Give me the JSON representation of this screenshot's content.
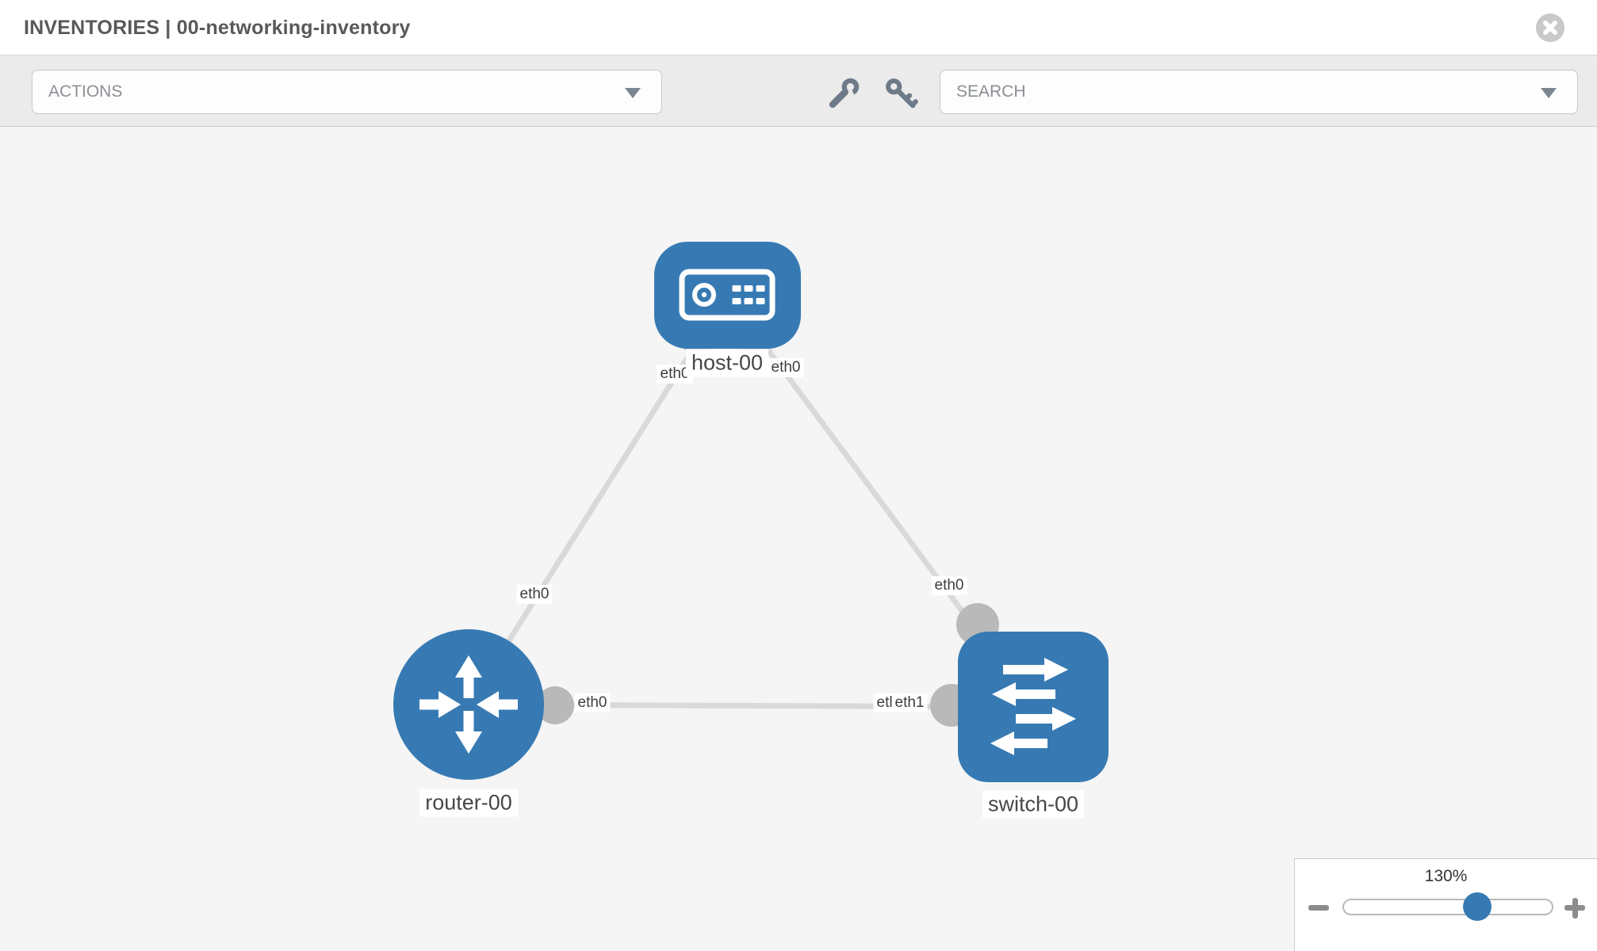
{
  "window": {
    "title": "INVENTORIES | 00-networking-inventory"
  },
  "toolbar": {
    "actions_placeholder": "ACTIONS",
    "search_placeholder": "SEARCH",
    "icons": [
      "wrench-icon",
      "key-icon"
    ]
  },
  "graph": {
    "nodes": [
      {
        "id": "host-00",
        "label": "host-00",
        "type": "host"
      },
      {
        "id": "router-00",
        "label": "router-00",
        "type": "router"
      },
      {
        "id": "switch-00",
        "label": "switch-00",
        "type": "switch"
      }
    ],
    "links": [
      {
        "source": "host-00",
        "target": "router-00",
        "source_interface": "eth0",
        "target_interface": "eth0"
      },
      {
        "source": "host-00",
        "target": "switch-00",
        "source_interface": "eth0",
        "target_interface": "eth0"
      },
      {
        "source": "router-00",
        "target": "switch-00",
        "source_interface": "eth0",
        "target_interface": "eth1",
        "target_interface_underlay": "eth0"
      }
    ]
  },
  "zoom_control": {
    "level": "130%",
    "value_percent": 64
  },
  "colors": {
    "node_blue": "#377ab3",
    "link_gray": "#d9d9d9",
    "connector_gray": "#b9b9b9",
    "canvas_bg": "#f5f5f5",
    "toolbar_bg": "#ebebeb"
  }
}
